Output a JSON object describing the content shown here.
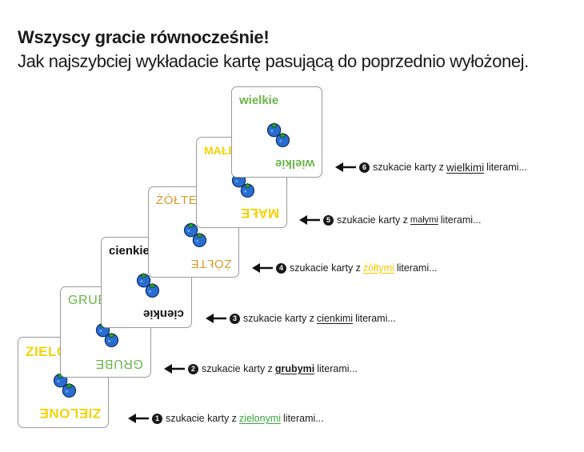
{
  "title": "Wszyscy gracie równocześnie!",
  "subtitle": "Jak najszybciej wykładacie kartę pasującą do poprzednio wyłożonej.",
  "colors": {
    "green": "#3aa53d",
    "green_light": "#6bb54a",
    "yellow": "#f5d20a",
    "orange": "#d99a2b",
    "blueberry": "#2a6dd0",
    "leaf": "#2e9b3c"
  },
  "cards": [
    {
      "word": "ZIELONE",
      "color": "#f5d20a"
    },
    {
      "word": "GRUBE",
      "color": "#6bb54a"
    },
    {
      "word": "cienkie",
      "color": "#111111"
    },
    {
      "word": "ŻÓŁTE",
      "color": "#d99a2b"
    },
    {
      "word": "MAŁE",
      "color": "#f5d20a"
    },
    {
      "word": "wielkie",
      "color": "#6bb54a"
    }
  ],
  "steps": [
    {
      "num": "1",
      "before": "szukacie karty z",
      "keyword": "zielonymi",
      "after": "literami...",
      "keyword_color": "#3aa53d"
    },
    {
      "num": "2",
      "before": "szukacie karty z",
      "keyword": "grubymi",
      "after": "literami...",
      "keyword_color": "#1a1a1a"
    },
    {
      "num": "3",
      "before": "szukacie karty z",
      "keyword": "cienkimi",
      "after": "literami...",
      "keyword_color": "#1a1a1a"
    },
    {
      "num": "4",
      "before": "szukacie karty z",
      "keyword": "żółtymi",
      "after": "literami...",
      "keyword_color": "#f5c800"
    },
    {
      "num": "5",
      "before": "szukacie karty z",
      "keyword": "małymi",
      "after": "literami...",
      "keyword_color": "#1a1a1a"
    },
    {
      "num": "6",
      "before": "szukacie karty z",
      "keyword": "wielkimi",
      "after": "literami...",
      "keyword_color": "#1a1a1a"
    }
  ]
}
